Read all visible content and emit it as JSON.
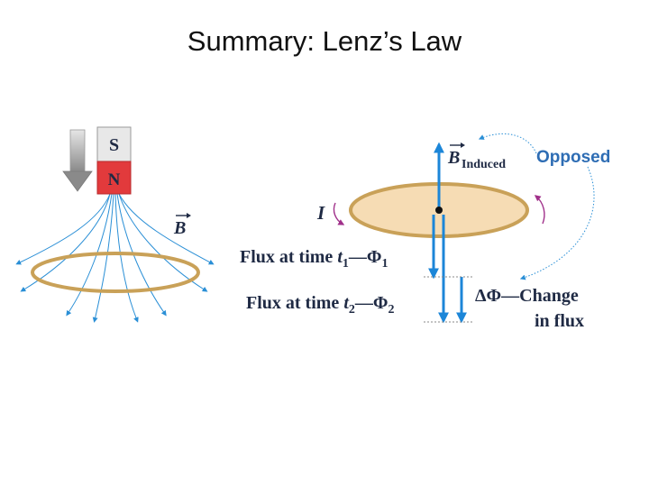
{
  "title": "Summary: Lenz’s Law",
  "magnet": {
    "top_pole": "S",
    "bottom_pole": "N"
  },
  "labels": {
    "b_field": "B",
    "b_induced_symbol": "B",
    "b_induced_sub": "Induced",
    "opposed": "Opposed",
    "current": "I",
    "flux_t1_text": "Flux at time ",
    "flux_t1_t": "t",
    "flux_t1_sub": "1",
    "flux_t1_dash": "—",
    "phi1_symbol": "Φ",
    "phi1_sub": "1",
    "flux_t2_text": "Flux at time ",
    "flux_t2_t": "t",
    "flux_t2_sub": "2",
    "flux_t2_dash": "—",
    "phi2_symbol": "Φ",
    "phi2_sub": "2",
    "delta_phi": "ΔΦ",
    "change_dash": "—",
    "change_line1": "Change",
    "change_line2": "in flux"
  },
  "colors": {
    "field_line": "#2a8fd6",
    "arrow_blue": "#1c86d8",
    "loop_ring": "#c9a158",
    "loop_fill": "#f6dcb4",
    "magnet_south": "#e8e8e8",
    "magnet_north": "#e23a3c",
    "current_arrow": "#a0308a",
    "opposed_text": "#2e6db4",
    "dark_label": "#1f2a44"
  },
  "icons": [
    "down-arrow-icon"
  ]
}
